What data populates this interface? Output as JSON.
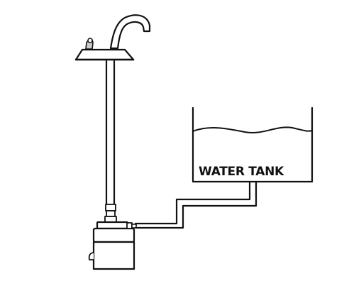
{
  "diagram": {
    "tank_label": "WATER TANK",
    "components": {
      "faucet": "faucet-icon",
      "riser_pipe": "pipe",
      "water_tank": "tank",
      "pump": "pump-icon",
      "connecting_hose": "hose"
    },
    "colors": {
      "line": "#111111",
      "fill": "#ffffff",
      "handle": "#cccccc"
    }
  }
}
